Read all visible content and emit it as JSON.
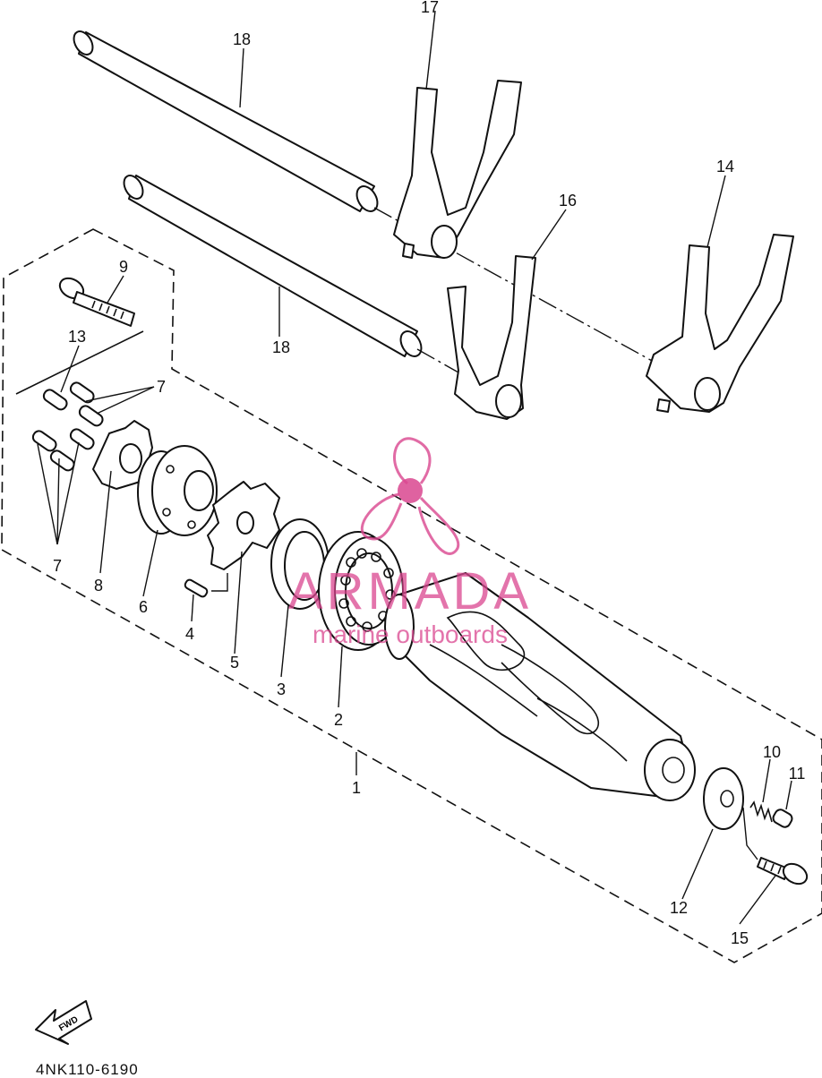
{
  "diagram": {
    "part_code": "4NK110-6190",
    "fwd_label": "FWD",
    "callouts": [
      {
        "id": "1",
        "label": "1"
      },
      {
        "id": "2",
        "label": "2"
      },
      {
        "id": "3",
        "label": "3"
      },
      {
        "id": "4",
        "label": "4"
      },
      {
        "id": "5",
        "label": "5"
      },
      {
        "id": "6",
        "label": "6"
      },
      {
        "id": "7a",
        "label": "7"
      },
      {
        "id": "7b",
        "label": "7"
      },
      {
        "id": "8",
        "label": "8"
      },
      {
        "id": "9",
        "label": "9"
      },
      {
        "id": "10",
        "label": "10"
      },
      {
        "id": "11",
        "label": "11"
      },
      {
        "id": "12",
        "label": "12"
      },
      {
        "id": "13",
        "label": "13"
      },
      {
        "id": "14",
        "label": "14"
      },
      {
        "id": "15",
        "label": "15"
      },
      {
        "id": "16",
        "label": "16"
      },
      {
        "id": "17",
        "label": "17"
      },
      {
        "id": "18a",
        "label": "18"
      },
      {
        "id": "18b",
        "label": "18"
      }
    ]
  },
  "watermark": {
    "brand": "ARMADA",
    "tagline": "marine outboards",
    "color": "#d9468f"
  }
}
